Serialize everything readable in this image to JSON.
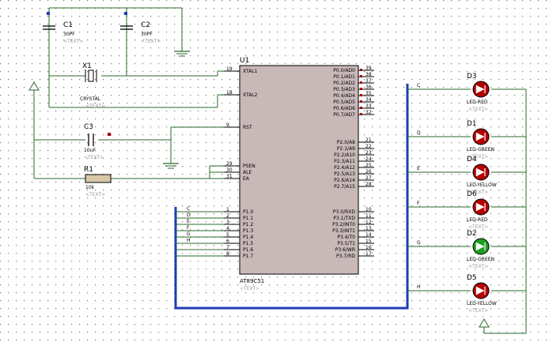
{
  "chip": {
    "ref": "U1",
    "part": "AT89C51",
    "text_marker": "<TEXT>",
    "left_pins": [
      {
        "num": "19",
        "name": "XTAL1"
      },
      {
        "num": "18",
        "name": "XTAL2"
      },
      {
        "num": "9",
        "name": "RST"
      },
      {
        "num": "29",
        "name": "PSEN"
      },
      {
        "num": "30",
        "name": "ALE"
      },
      {
        "num": "31",
        "name": "EA"
      },
      {
        "num": "1",
        "name": "P1.0"
      },
      {
        "num": "2",
        "name": "P1.1"
      },
      {
        "num": "3",
        "name": "P1.2"
      },
      {
        "num": "4",
        "name": "P1.3"
      },
      {
        "num": "5",
        "name": "P1.4"
      },
      {
        "num": "6",
        "name": "P1.5"
      },
      {
        "num": "7",
        "name": "P1.6"
      },
      {
        "num": "8",
        "name": "P1.7"
      }
    ],
    "right_pins": [
      {
        "num": "39",
        "name": "P0.0/AD0"
      },
      {
        "num": "38",
        "name": "P0.1/AD1"
      },
      {
        "num": "37",
        "name": "P0.2/AD2"
      },
      {
        "num": "36",
        "name": "P0.3/AD3"
      },
      {
        "num": "35",
        "name": "P0.4/AD4"
      },
      {
        "num": "34",
        "name": "P0.5/AD5"
      },
      {
        "num": "33",
        "name": "P0.6/AD6"
      },
      {
        "num": "32",
        "name": "P0.7/AD7"
      },
      {
        "num": "21",
        "name": "P2.0/A8"
      },
      {
        "num": "22",
        "name": "P2.1/A9"
      },
      {
        "num": "23",
        "name": "P2.2/A10"
      },
      {
        "num": "24",
        "name": "P2.3/A11"
      },
      {
        "num": "25",
        "name": "P2.4/A12"
      },
      {
        "num": "26",
        "name": "P2.5/A13"
      },
      {
        "num": "27",
        "name": "P2.6/A14"
      },
      {
        "num": "28",
        "name": "P2.7/A15"
      },
      {
        "num": "10",
        "name": "P3.0/RXD"
      },
      {
        "num": "11",
        "name": "P3.1/TXD"
      },
      {
        "num": "12",
        "name": "P3.2/INT0"
      },
      {
        "num": "13",
        "name": "P3.3/INT1"
      },
      {
        "num": "14",
        "name": "P3.4/T0"
      },
      {
        "num": "15",
        "name": "P3.5/T1"
      },
      {
        "num": "16",
        "name": "P3.6/WR"
      },
      {
        "num": "17",
        "name": "P3.7/RD"
      }
    ]
  },
  "components": {
    "c1": {
      "ref": "C1",
      "value": "30PF",
      "text": "<TEXT>"
    },
    "c2": {
      "ref": "C2",
      "value": "30PF",
      "text": "<TEXT>"
    },
    "x1": {
      "ref": "X1",
      "value": "CRYSTAL",
      "text": "<TEXT>"
    },
    "c3": {
      "ref": "C3",
      "value": "10uF",
      "text": "<TEXT>"
    },
    "r1": {
      "ref": "R1",
      "value": "10k",
      "text": "<TEXT>"
    }
  },
  "leds": [
    {
      "ref": "D3",
      "part": "LED-RED",
      "text": "<TEXT>",
      "color": "#b00000",
      "net": "C"
    },
    {
      "ref": "D1",
      "part": "LED-GREEN",
      "text": "<TEXT>",
      "color": "#b00000",
      "net": "D"
    },
    {
      "ref": "D4",
      "part": "LED-YELLOW",
      "text": "<TEXT>",
      "color": "#b00000",
      "net": "E"
    },
    {
      "ref": "D6",
      "part": "LED-RED",
      "text": "<TEXT>",
      "color": "#b00000",
      "net": "F"
    },
    {
      "ref": "D2",
      "part": "LED-GREEN",
      "text": "<TEXT>",
      "color": "#1e9e1e",
      "net": "G"
    },
    {
      "ref": "D5",
      "part": "LED-YELLOW",
      "text": "<TEXT>",
      "color": "#b00000",
      "net": "H"
    }
  ],
  "port1_nets": [
    "C",
    "D",
    "E",
    "F",
    "G",
    "H",
    "",
    ""
  ],
  "colors": {
    "bus": "#1e3cb4",
    "wire": "#2a6a2a",
    "chip_fill": "#c8b8b8",
    "pin_dot": "#b00000"
  }
}
